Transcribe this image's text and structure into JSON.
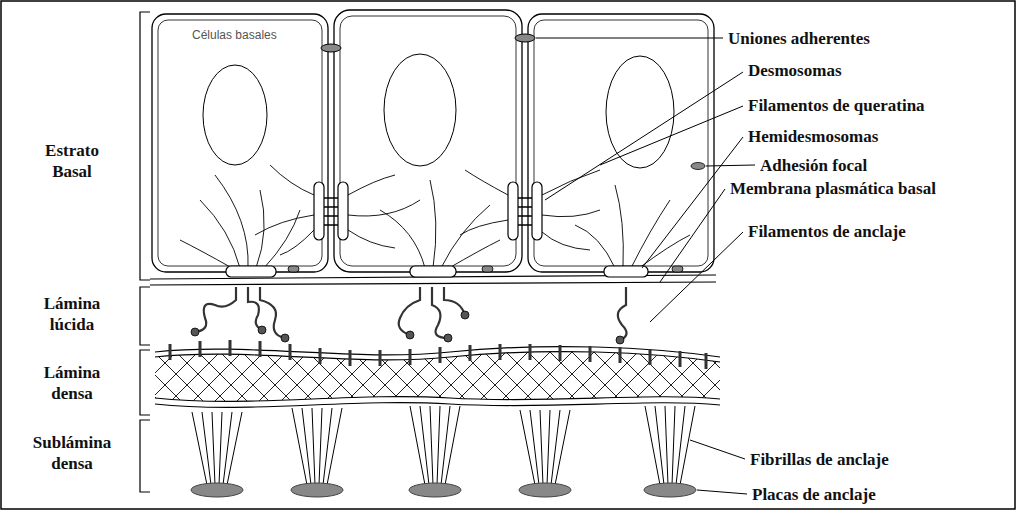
{
  "diagram": {
    "labels": [
      "Células basales",
      "Uniones adherentes",
      "Desmosomas",
      "Filamentos de queratina",
      "Hemidesmosomas",
      "Adhesión focal",
      "Membrana plasmática basal",
      "Filamentos de anclaje",
      "Fibrillas de anclaje",
      "Placas de anclaje",
      "Estrato Basal",
      "Lámina lúcida",
      "Lámina densa",
      "Sublámina densa"
    ]
  }
}
